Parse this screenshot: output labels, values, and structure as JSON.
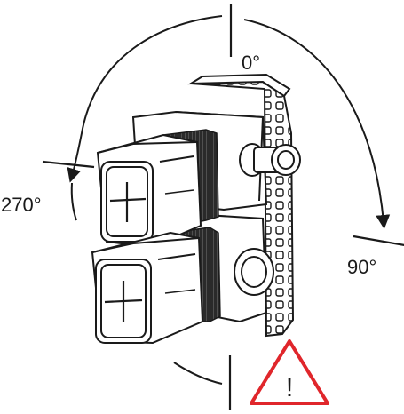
{
  "diagram": {
    "angles": {
      "top": "0°",
      "right": "90°",
      "left": "270°"
    },
    "warning": {
      "symbol": "!",
      "color": "#e0262b"
    },
    "line_color": "#1a1a1a",
    "crosshair_color": "#1a1a1a",
    "band_color": "#2a2a2a"
  }
}
